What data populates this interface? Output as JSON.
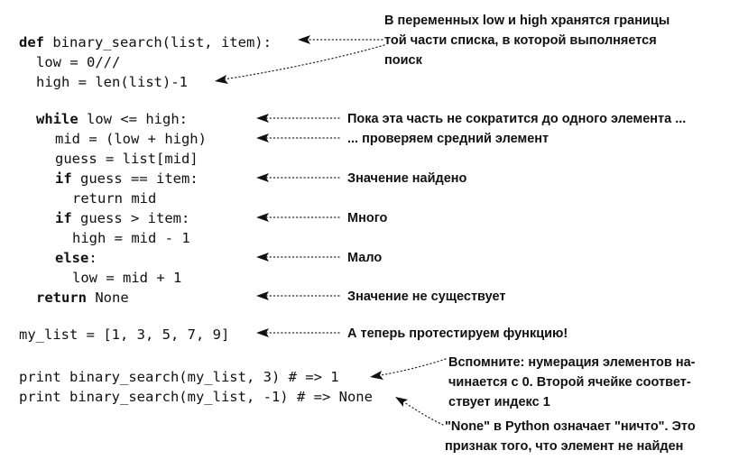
{
  "code": {
    "def_kw": "def",
    "def_rest": " binary_search(list, item):",
    "low_line": "low = 0///",
    "high_line": "high = len(list)-1",
    "while_kw": "while",
    "while_rest": " low <= high:",
    "mid_line": "mid = (low + high)",
    "guess_line": "guess = list[mid]",
    "if1_kw": "if",
    "if1_rest": " guess == item:",
    "return_mid": "return mid",
    "if2_kw": "if",
    "if2_rest": " guess > item:",
    "high_update": "high = mid - 1",
    "else_kw": "else",
    "else_rest": ":",
    "low_update": "low = mid + 1",
    "return_kw": "return",
    "return_rest": " None",
    "my_list_line": "my_list = [1, 3, 5, 7, 9]",
    "print1_line": "print binary_search(my_list, 3) # => 1",
    "print2_line": "print binary_search(my_list, -1) # => None"
  },
  "notes": {
    "bounds": [
      "В переменных low и high хранятся границы",
      "той части списка, в которой выполняется",
      "поиск"
    ],
    "while": "Пока эта часть не сократится до одного элемента ...",
    "mid": "... проверяем средний элемент",
    "found": "Значение найдено",
    "too_high": "Много",
    "too_low": "Мало",
    "not_exist": "Значение не существует",
    "test": "А теперь протестируем функцию!",
    "index": [
      "Вспомните: нумерация элементов на-",
      "чинается с 0. Второй ячейке соответ-",
      "ствует индекс 1"
    ],
    "none": [
      "\"None\" в Python означает \"ничто\". Это",
      "признак того, что элемент не найден"
    ]
  }
}
